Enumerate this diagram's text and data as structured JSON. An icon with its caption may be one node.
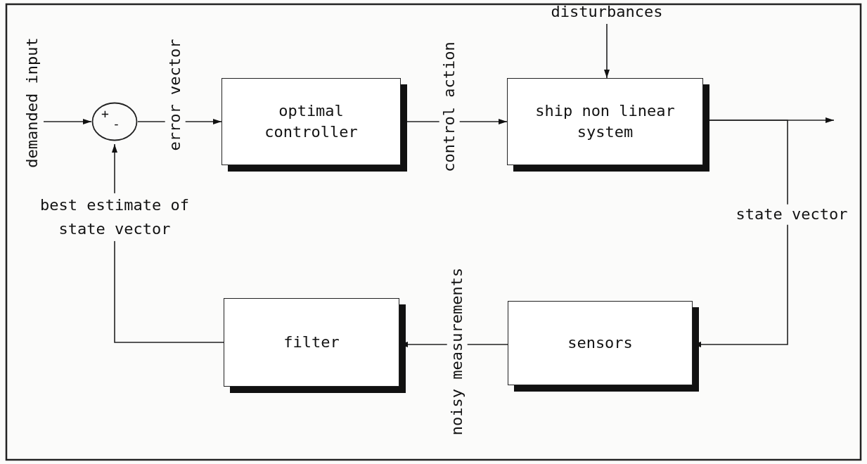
{
  "diagram": {
    "nodes": [
      {
        "text": [
          "+",
          "-"
        ]
      },
      {
        "text": [
          "optimal controller"
        ]
      },
      {
        "text": [
          "ship non linear system"
        ]
      },
      {
        "text": [
          "sensors"
        ]
      },
      {
        "text": [
          "filter"
        ]
      },
      {
        "text": [
          "disturbances"
        ]
      }
    ],
    "edges": [
      {
        "from": null,
        "to": 0,
        "arrow": "to",
        "label": "demanded input"
      },
      {
        "from": 0,
        "to": 1,
        "arrow": "to",
        "label": "error vector"
      },
      {
        "from": 1,
        "to": 2,
        "arrow": "to",
        "label": "control action"
      },
      {
        "from": 5,
        "to": 2,
        "arrow": "to"
      },
      {
        "from": 2,
        "to": null,
        "arrow": "to"
      },
      {
        "from": 2,
        "to": 3,
        "arrow": "to",
        "label": "state vector"
      },
      {
        "from": 3,
        "to": 4,
        "arrow": "to",
        "label": "noisy measurements"
      },
      {
        "from": 4,
        "to": 0,
        "arrow": "to",
        "label": "best estimate of state vector"
      }
    ]
  }
}
